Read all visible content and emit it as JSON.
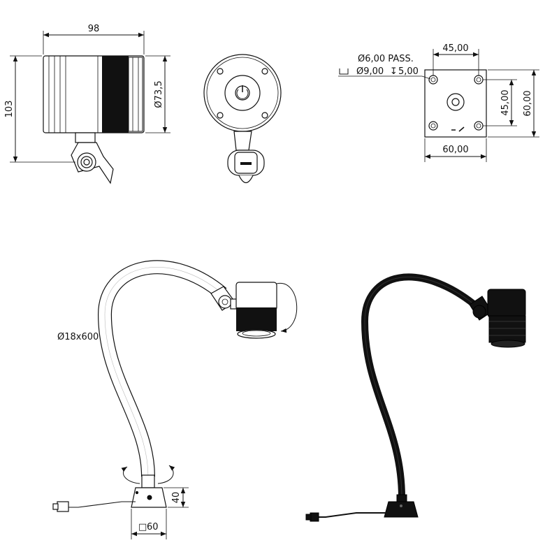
{
  "dimensions": {
    "side_width": "98",
    "side_height": "103",
    "head_diameter": "Ø73,5",
    "plate_hole_pass": "Ø6,00 PASS.",
    "plate_counterbore": "Ø9,00",
    "plate_counterbore_depth": "5,00",
    "plate_hole_spacing_x": "45,00",
    "plate_hole_spacing_y": "45,00",
    "plate_height": "60,00",
    "plate_width": "60,00",
    "arm_spec": "Ø18x600",
    "base_height": "40",
    "base_size": "60"
  },
  "symbols": {
    "counterbore": "⌴",
    "depth": "↧",
    "square": "□"
  }
}
